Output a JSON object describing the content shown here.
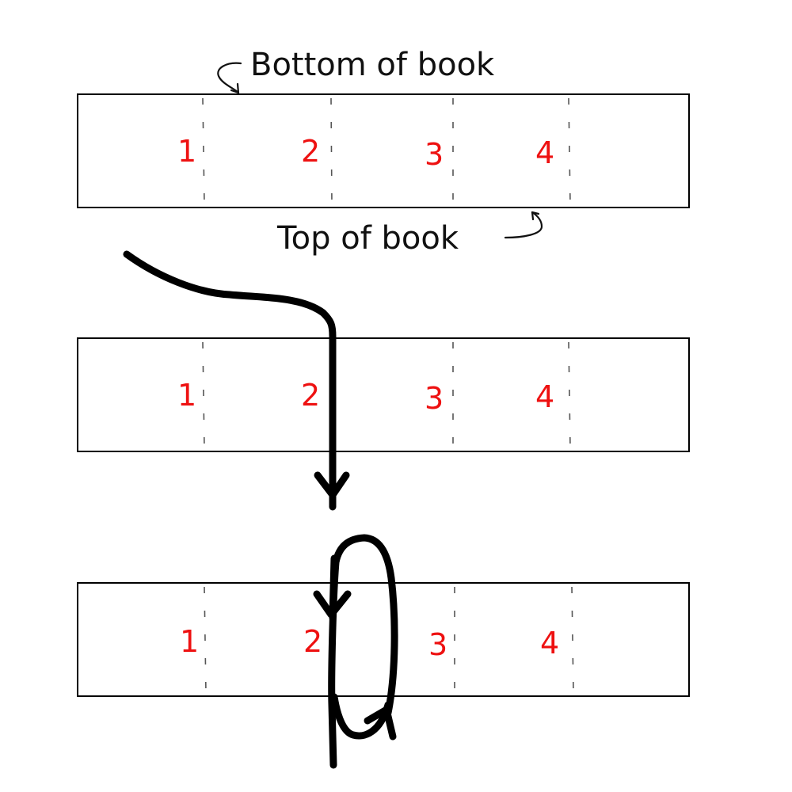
{
  "labels": {
    "bottom": "Bottom of book",
    "top": "Top of book"
  },
  "books": [
    {
      "id": "step-1",
      "sections": [
        "1",
        "2",
        "3",
        "4"
      ]
    },
    {
      "id": "step-2",
      "sections": [
        "1",
        "2",
        "3",
        "4"
      ]
    },
    {
      "id": "step-3",
      "sections": [
        "1",
        "2",
        "3",
        "4"
      ]
    }
  ],
  "colors": {
    "number": "#ee1111",
    "stroke": "#000000",
    "fold_line": "#555555"
  },
  "icons": {
    "bottom_label_arrow": "curved-arrow-icon",
    "top_label_arrow": "curved-arrow-icon",
    "thread_path_arrow": "down-arrow-icon",
    "thread_loop_arrow": "loop-arrow-icon"
  }
}
